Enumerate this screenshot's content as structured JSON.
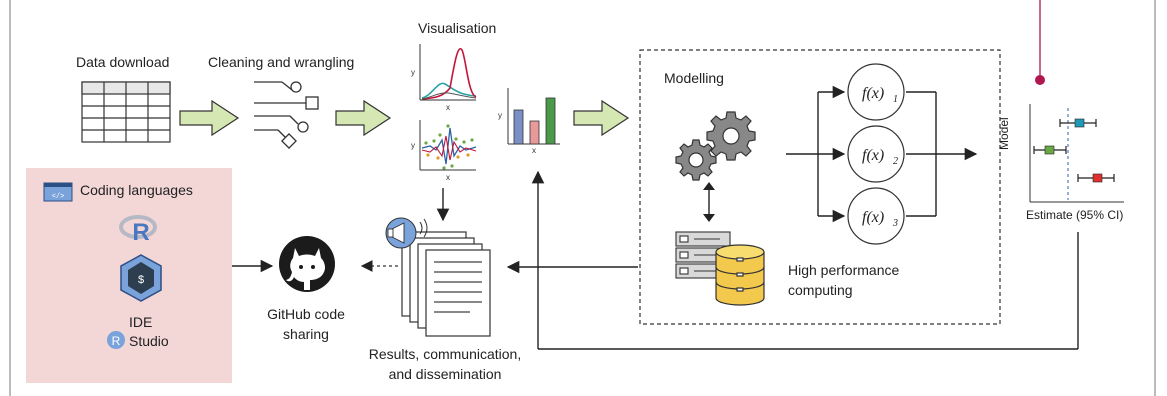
{
  "labels": {
    "data_download": "Data download",
    "cleaning": "Cleaning and wrangling",
    "visualisation": "Visualisation",
    "modelling": "Modelling",
    "hpc_line1": "High performance",
    "hpc_line2": "computing",
    "estimate": "Estimate (95% CI)",
    "model_axis": "Model",
    "results_line1": "Results, communication,",
    "results_line2": "and dissemination",
    "github_line1": "GitHub code",
    "github_line2": "sharing",
    "coding_languages": "Coding languages",
    "ide": "IDE",
    "studio": "Studio",
    "code_tag": "</>",
    "r_letter": "R"
  },
  "functions": [
    {
      "label": "f(x)",
      "sub": "1"
    },
    {
      "label": "f(x)",
      "sub": "2"
    },
    {
      "label": "f(x)",
      "sub": "3"
    }
  ],
  "colors": {
    "arrow_green": "#d5e8b4",
    "arrow_green_stroke": "#333333",
    "ide_panel_bg": "#f3d6d6",
    "pin": "#b0164f",
    "series_red": "#c1173a",
    "series_teal": "#2aa3a6",
    "forest_teal": "#1e9ab8",
    "forest_green": "#6aa845",
    "forest_red": "#e03131",
    "bar_blue": "#7a8fc4",
    "bar_red": "#e89a9a",
    "bar_green": "#4a9a4a"
  },
  "icons": [
    "table-icon",
    "wrangling-icon",
    "line-chart-icon",
    "scatter-chart-icon",
    "bar-chart-icon",
    "gears-icon",
    "server-icon",
    "database-icon",
    "github-icon",
    "documents-icon",
    "megaphone-icon",
    "code-window-icon",
    "r-logo-icon",
    "bash-hex-icon",
    "rstudio-logo-icon"
  ]
}
